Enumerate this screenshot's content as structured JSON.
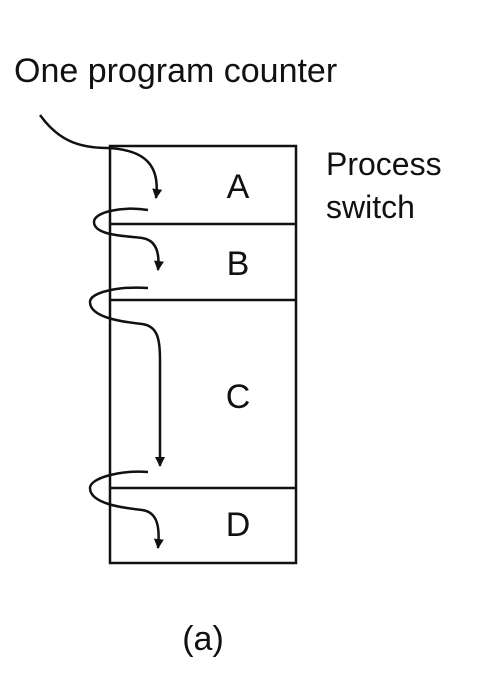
{
  "diagram": {
    "top_label": "One program counter",
    "side_label_line1": "Process",
    "side_label_line2": "switch",
    "caption": "(a)",
    "processes": [
      {
        "name": "A"
      },
      {
        "name": "B"
      },
      {
        "name": "C"
      },
      {
        "name": "D"
      }
    ]
  },
  "colors": {
    "line": "#111111",
    "background": "#ffffff"
  }
}
